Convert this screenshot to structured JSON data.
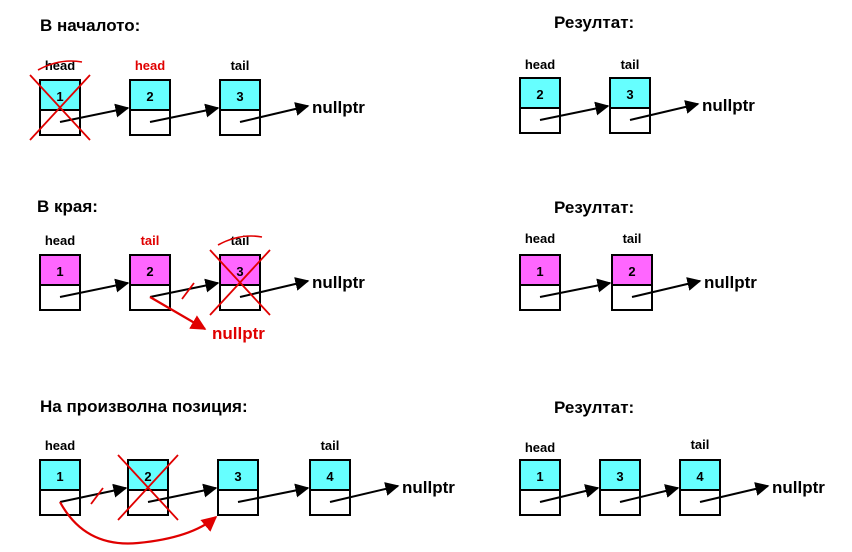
{
  "colors": {
    "cyan": "#66ffff",
    "magenta": "#ff66ff",
    "red": "#e00000",
    "black": "#000000"
  },
  "labels": {
    "nullptr": "nullptr",
    "result": "Резултат:",
    "head": "head",
    "tail": "tail"
  },
  "sections": [
    {
      "id": "beginning",
      "heading": "В началото:",
      "before": {
        "fill": "cyan",
        "nodes": [
          "1",
          "2",
          "3"
        ],
        "pointers": [
          "head",
          "head",
          "tail"
        ],
        "pointer_colors": [
          "black",
          "red",
          "black"
        ],
        "crossed_nodes": [
          0
        ],
        "struck_pointers": [
          0
        ]
      },
      "after": {
        "fill": "cyan",
        "nodes": [
          "2",
          "3"
        ],
        "pointers": [
          "head",
          "tail"
        ]
      }
    },
    {
      "id": "end",
      "heading": "В края:",
      "before": {
        "fill": "magenta",
        "nodes": [
          "1",
          "2",
          "3"
        ],
        "pointers": [
          "head",
          "tail",
          "tail"
        ],
        "pointer_colors": [
          "black",
          "red",
          "black"
        ],
        "crossed_nodes": [
          2
        ],
        "struck_pointers": [
          2
        ],
        "cut_links": [
          1
        ],
        "redirect_to_nullptr_from": 1
      },
      "after": {
        "fill": "magenta",
        "nodes": [
          "1",
          "2"
        ],
        "pointers": [
          "head",
          "tail"
        ]
      }
    },
    {
      "id": "arbitrary",
      "heading": "На произволна позиция:",
      "before": {
        "fill": "cyan",
        "nodes": [
          "1",
          "2",
          "3",
          "4"
        ],
        "pointers": [
          "head",
          "",
          "",
          "tail"
        ],
        "pointer_colors": [
          "black",
          "black",
          "black",
          "black"
        ],
        "crossed_nodes": [
          1
        ],
        "cut_links": [
          0
        ],
        "redirect_from": 0,
        "redirect_to": 2
      },
      "after": {
        "fill": "cyan",
        "nodes": [
          "1",
          "3",
          "4"
        ],
        "pointers": [
          "head",
          "",
          "tail"
        ]
      }
    }
  ]
}
